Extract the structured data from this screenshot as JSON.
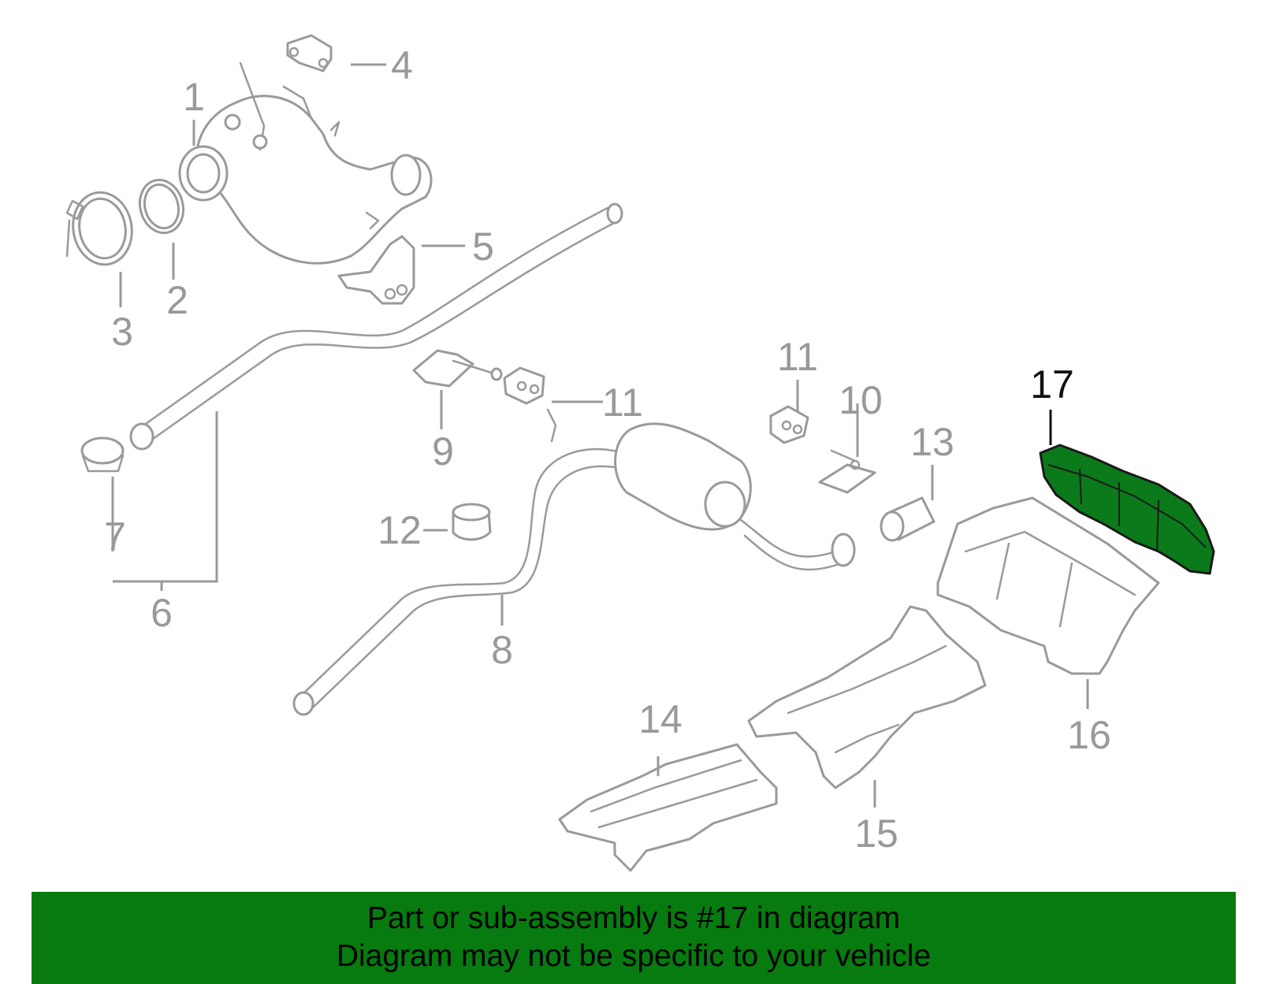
{
  "callouts": [
    "1",
    "2",
    "3",
    "4",
    "5",
    "6",
    "7",
    "8",
    "9",
    "10",
    "11",
    "11",
    "12",
    "13",
    "14",
    "15",
    "16",
    "17"
  ],
  "highlighted_part": "17",
  "colors": {
    "highlight": "#0b7a1a",
    "banner": "#077a10",
    "linework": "#9a9a9a"
  },
  "banner": {
    "line1": "Part or sub-assembly is #17 in diagram",
    "line2": "Diagram may not be specific to your vehicle"
  }
}
